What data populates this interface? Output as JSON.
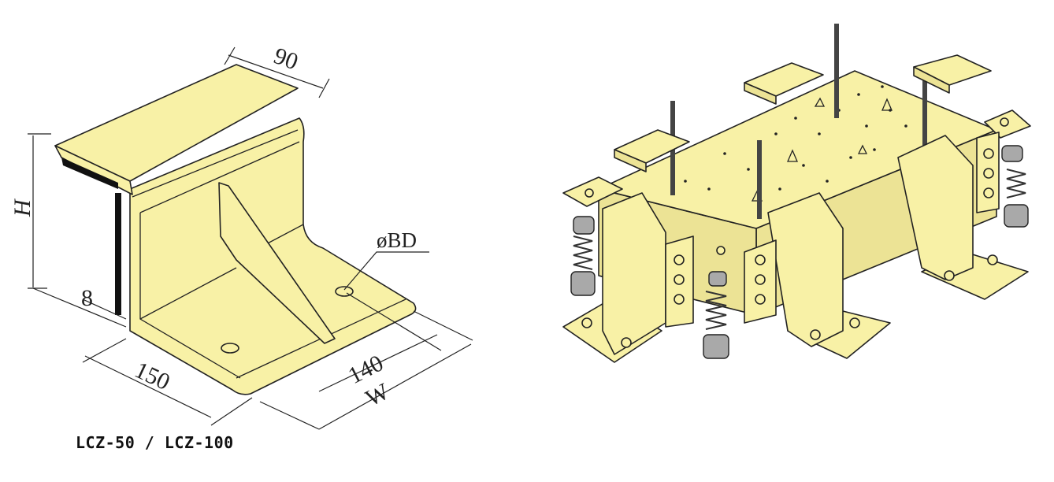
{
  "left_diagram": {
    "dimensions": {
      "top_width": "90",
      "height": "H",
      "thickness": "8",
      "depth": "150",
      "hole_spacing": "140",
      "width": "W",
      "bolt_diameter": "øBD"
    },
    "caption": "LCZ-50 / LCZ-100"
  },
  "colors": {
    "part_fill": "#f8f1a6",
    "outline": "#222222",
    "spring_pad": "#a9a9a9"
  }
}
